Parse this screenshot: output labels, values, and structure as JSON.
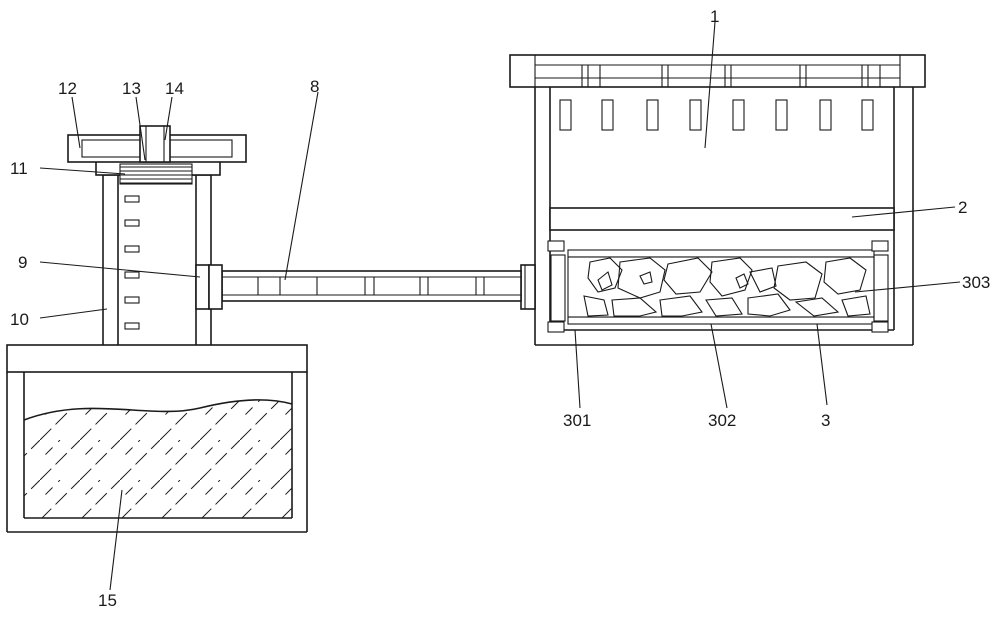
{
  "labels": {
    "l1": "1",
    "l2": "2",
    "l3": "3",
    "l301": "301",
    "l302": "302",
    "l303": "303",
    "l8": "8",
    "l9": "9",
    "l10": "10",
    "l11": "11",
    "l12": "12",
    "l13": "13",
    "l14": "14",
    "l15": "15"
  }
}
